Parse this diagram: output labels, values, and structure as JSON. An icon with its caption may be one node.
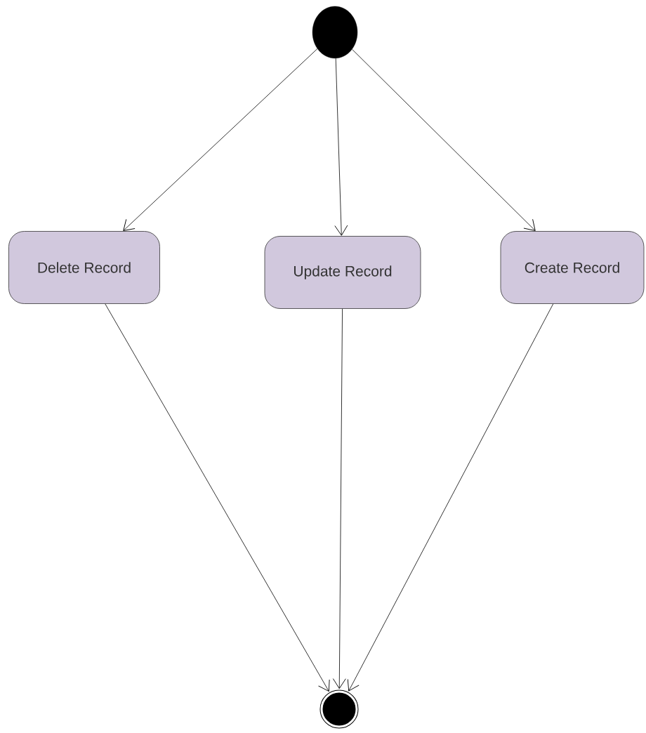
{
  "diagram": {
    "nodes": [
      {
        "text": [],
        "shape": "circle"
      },
      {
        "text": [
          "Delete Record"
        ]
      },
      {
        "text": [
          "Update Record"
        ]
      },
      {
        "text": [
          "Create Record"
        ]
      },
      {
        "text": [],
        "shape": "bullseye"
      }
    ],
    "edges": [
      {
        "from": 0,
        "to": 1,
        "arrow": "to"
      },
      {
        "from": 0,
        "to": 2,
        "arrow": "to"
      },
      {
        "from": 0,
        "to": 3,
        "arrow": "to"
      },
      {
        "from": 1,
        "to": 4,
        "arrow": "to"
      },
      {
        "from": 2,
        "to": 4,
        "arrow": "to"
      },
      {
        "from": 3,
        "to": 4,
        "arrow": "to"
      }
    ]
  }
}
